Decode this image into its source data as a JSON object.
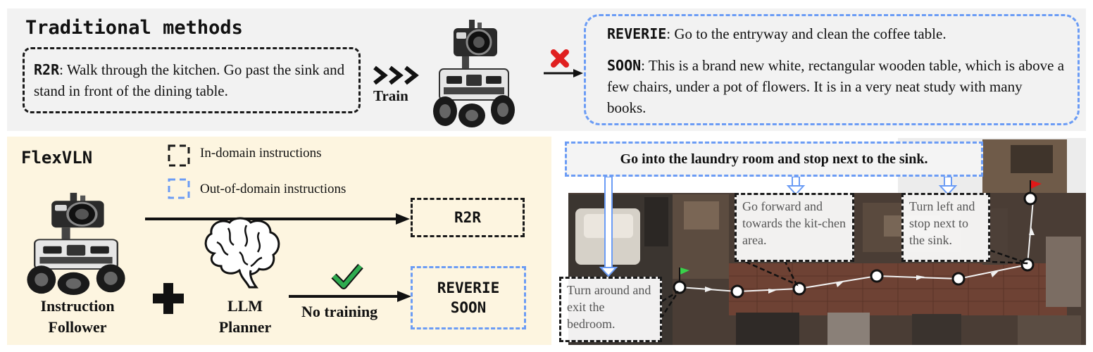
{
  "top": {
    "title": "Traditional methods",
    "r2r_key": "R2R",
    "r2r_instruction": ": Walk through the kitchen. Go past the sink and stand in front of the dining table.",
    "train_label": "Train",
    "reverie_key": "REVERIE",
    "reverie_instruction": ": Go to the entryway and clean the coffee table.",
    "soon_key": "SOON",
    "soon_instruction": ": This is a brand new white, rectangular wooden table, which is above a few chairs, under a pot of flowers. It is in a very neat study with many books."
  },
  "bottom_left": {
    "title": "FlexVLN",
    "legend_in": "In-domain instructions",
    "legend_out": "Out-of-domain instructions",
    "r2r_label": "R2R",
    "reverie_label": "REVERIE",
    "soon_label": "SOON",
    "follower_label": "Instruction Follower",
    "planner_label": "LLM Planner",
    "no_training_label": "No training"
  },
  "map": {
    "instruction": "Go into the laundry room and stop next to the sink.",
    "subgoal_1": "Turn around and exit the bedroom.",
    "subgoal_2": "Go forward and towards the kit-chen area.",
    "subgoal_3": "Turn left and stop next to the sink."
  },
  "colors": {
    "in_domain_border": "#1a1a1a",
    "out_domain_border": "#6b9cf5",
    "top_panel_bg": "#f2f2f2",
    "bottom_panel_bg": "#fdf5e0",
    "fail_cross": "#e02020",
    "success_check": "#2eab4f",
    "start_flag": "#39d14a",
    "goal_flag": "#e01818"
  },
  "icons": [
    "robot-icon",
    "brain-icon",
    "plus-icon",
    "chevrons-icon",
    "cross-icon",
    "check-icon",
    "flag-icon",
    "waypoint-icon"
  ]
}
